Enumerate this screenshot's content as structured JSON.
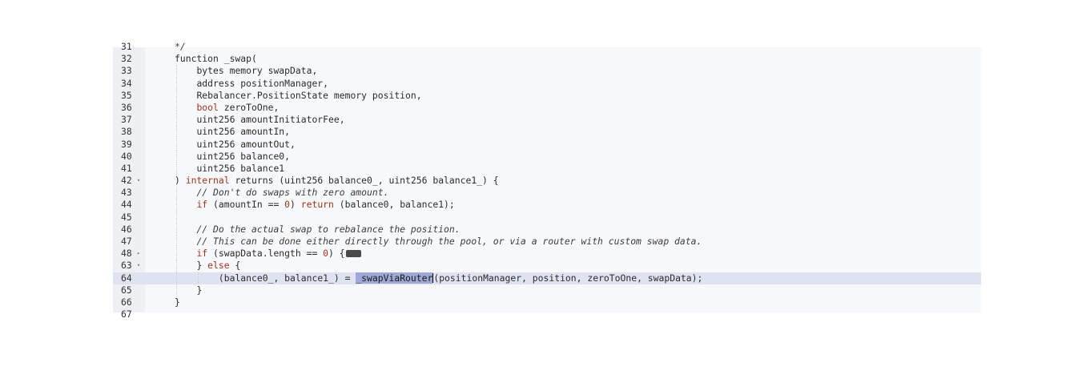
{
  "editor": {
    "lines": [
      {
        "num": "31",
        "fold": "",
        "indent": 2,
        "tokens": [
          {
            "t": "*/",
            "c": "cmt"
          }
        ]
      },
      {
        "num": "32",
        "fold": "",
        "indent": 2,
        "tokens": [
          {
            "t": "function _swap(",
            "c": ""
          }
        ]
      },
      {
        "num": "33",
        "fold": "",
        "indent": 3,
        "tokens": [
          {
            "t": "bytes memory swapData,",
            "c": ""
          }
        ]
      },
      {
        "num": "34",
        "fold": "",
        "indent": 3,
        "tokens": [
          {
            "t": "address positionManager,",
            "c": ""
          }
        ]
      },
      {
        "num": "35",
        "fold": "",
        "indent": 3,
        "tokens": [
          {
            "t": "Rebalancer.PositionState memory position,",
            "c": ""
          }
        ]
      },
      {
        "num": "36",
        "fold": "",
        "indent": 3,
        "tokens": [
          {
            "t": "bool",
            "c": "kw"
          },
          {
            "t": " zeroToOne,",
            "c": ""
          }
        ]
      },
      {
        "num": "37",
        "fold": "",
        "indent": 3,
        "tokens": [
          {
            "t": "uint256 amountInitiatorFee,",
            "c": ""
          }
        ]
      },
      {
        "num": "38",
        "fold": "",
        "indent": 3,
        "tokens": [
          {
            "t": "uint256 amountIn,",
            "c": ""
          }
        ]
      },
      {
        "num": "39",
        "fold": "",
        "indent": 3,
        "tokens": [
          {
            "t": "uint256 amountOut,",
            "c": ""
          }
        ]
      },
      {
        "num": "40",
        "fold": "",
        "indent": 3,
        "tokens": [
          {
            "t": "uint256 balance0,",
            "c": ""
          }
        ]
      },
      {
        "num": "41",
        "fold": "",
        "indent": 3,
        "tokens": [
          {
            "t": "uint256 balance1",
            "c": ""
          }
        ]
      },
      {
        "num": "42",
        "fold": "▾",
        "indent": 2,
        "tokens": [
          {
            "t": ") ",
            "c": ""
          },
          {
            "t": "internal",
            "c": "kw"
          },
          {
            "t": " returns (uint256 balance0_, uint256 balance1_) {",
            "c": ""
          }
        ]
      },
      {
        "num": "43",
        "fold": "",
        "indent": 3,
        "tokens": [
          {
            "t": "// Don't do swaps with zero amount.",
            "c": "cmt"
          }
        ]
      },
      {
        "num": "44",
        "fold": "",
        "indent": 3,
        "tokens": [
          {
            "t": "if",
            "c": "kw"
          },
          {
            "t": " (amountIn == ",
            "c": ""
          },
          {
            "t": "0",
            "c": "num"
          },
          {
            "t": ") ",
            "c": ""
          },
          {
            "t": "return",
            "c": "kw"
          },
          {
            "t": " (balance0, balance1);",
            "c": ""
          }
        ]
      },
      {
        "num": "45",
        "fold": "",
        "indent": 3,
        "tokens": []
      },
      {
        "num": "46",
        "fold": "",
        "indent": 3,
        "tokens": [
          {
            "t": "// Do the actual swap to rebalance the position.",
            "c": "cmt"
          }
        ]
      },
      {
        "num": "47",
        "fold": "",
        "indent": 3,
        "tokens": [
          {
            "t": "// This can be done either directly through the pool, or via a router with custom swap data.",
            "c": "cmt"
          }
        ]
      },
      {
        "num": "48",
        "fold": "▸",
        "indent": 3,
        "tokens": [
          {
            "t": "if",
            "c": "kw"
          },
          {
            "t": " (swapData.length == ",
            "c": ""
          },
          {
            "t": "0",
            "c": "num"
          },
          {
            "t": ") {",
            "c": ""
          },
          {
            "t": "",
            "c": "foldbox"
          }
        ]
      },
      {
        "num": "63",
        "fold": "▾",
        "indent": 3,
        "tokens": [
          {
            "t": "} ",
            "c": ""
          },
          {
            "t": "else",
            "c": "kw"
          },
          {
            "t": " {",
            "c": ""
          }
        ]
      },
      {
        "num": "64",
        "fold": "",
        "indent": 4,
        "active": true,
        "tokens": [
          {
            "t": "(balance0_, balance1_) = ",
            "c": ""
          },
          {
            "t": "_swapViaRouter",
            "c": "sel"
          },
          {
            "t": "",
            "c": "cursor"
          },
          {
            "t": "(positionManager, position, zeroToOne, swapData);",
            "c": ""
          }
        ]
      },
      {
        "num": "65",
        "fold": "",
        "indent": 3,
        "tokens": [
          {
            "t": "}",
            "c": ""
          }
        ]
      },
      {
        "num": "66",
        "fold": "",
        "indent": 2,
        "tokens": [
          {
            "t": "}",
            "c": ""
          }
        ]
      },
      {
        "num": "67",
        "fold": "",
        "indent": 2,
        "tokens": []
      }
    ]
  }
}
